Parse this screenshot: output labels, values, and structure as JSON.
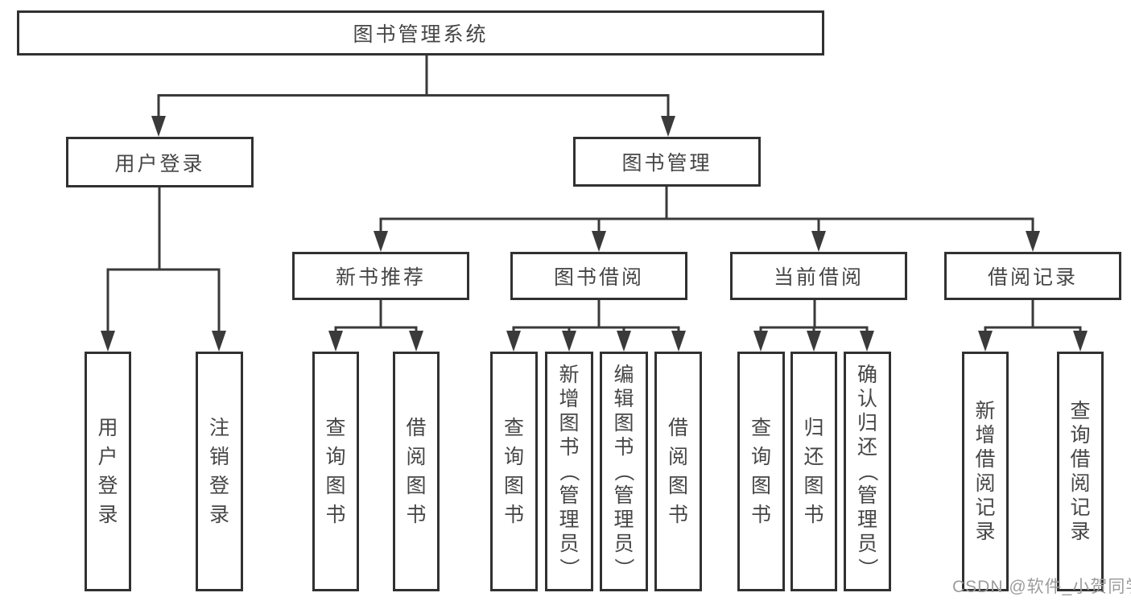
{
  "nodes": {
    "root": "图书管理系统",
    "user_login": "用户登录",
    "book_management": "图书管理",
    "sections": [
      "新书推荐",
      "图书借阅",
      "当前借阅",
      "借阅记录"
    ],
    "user_login_children": [
      "用户登录",
      "注销登录"
    ],
    "new_book_children": [
      "查询图书",
      "借阅图书"
    ],
    "book_borrow_children": [
      "查询图书",
      "新增图书（管理员）",
      "编辑图书（管理员）",
      "借阅图书"
    ],
    "current_borrow_children": [
      "查询图书",
      "归还图书",
      "确认归还（管理员）"
    ],
    "borrow_record_children": [
      "新增借阅记录",
      "查询借阅记录"
    ]
  },
  "watermark": "CSDN @软件_小贺同学",
  "colors": {
    "line": "#3a3a3a",
    "border": "#313131",
    "text": "#464646",
    "watermark": "#9c9c9c",
    "background": "#ffffff"
  }
}
